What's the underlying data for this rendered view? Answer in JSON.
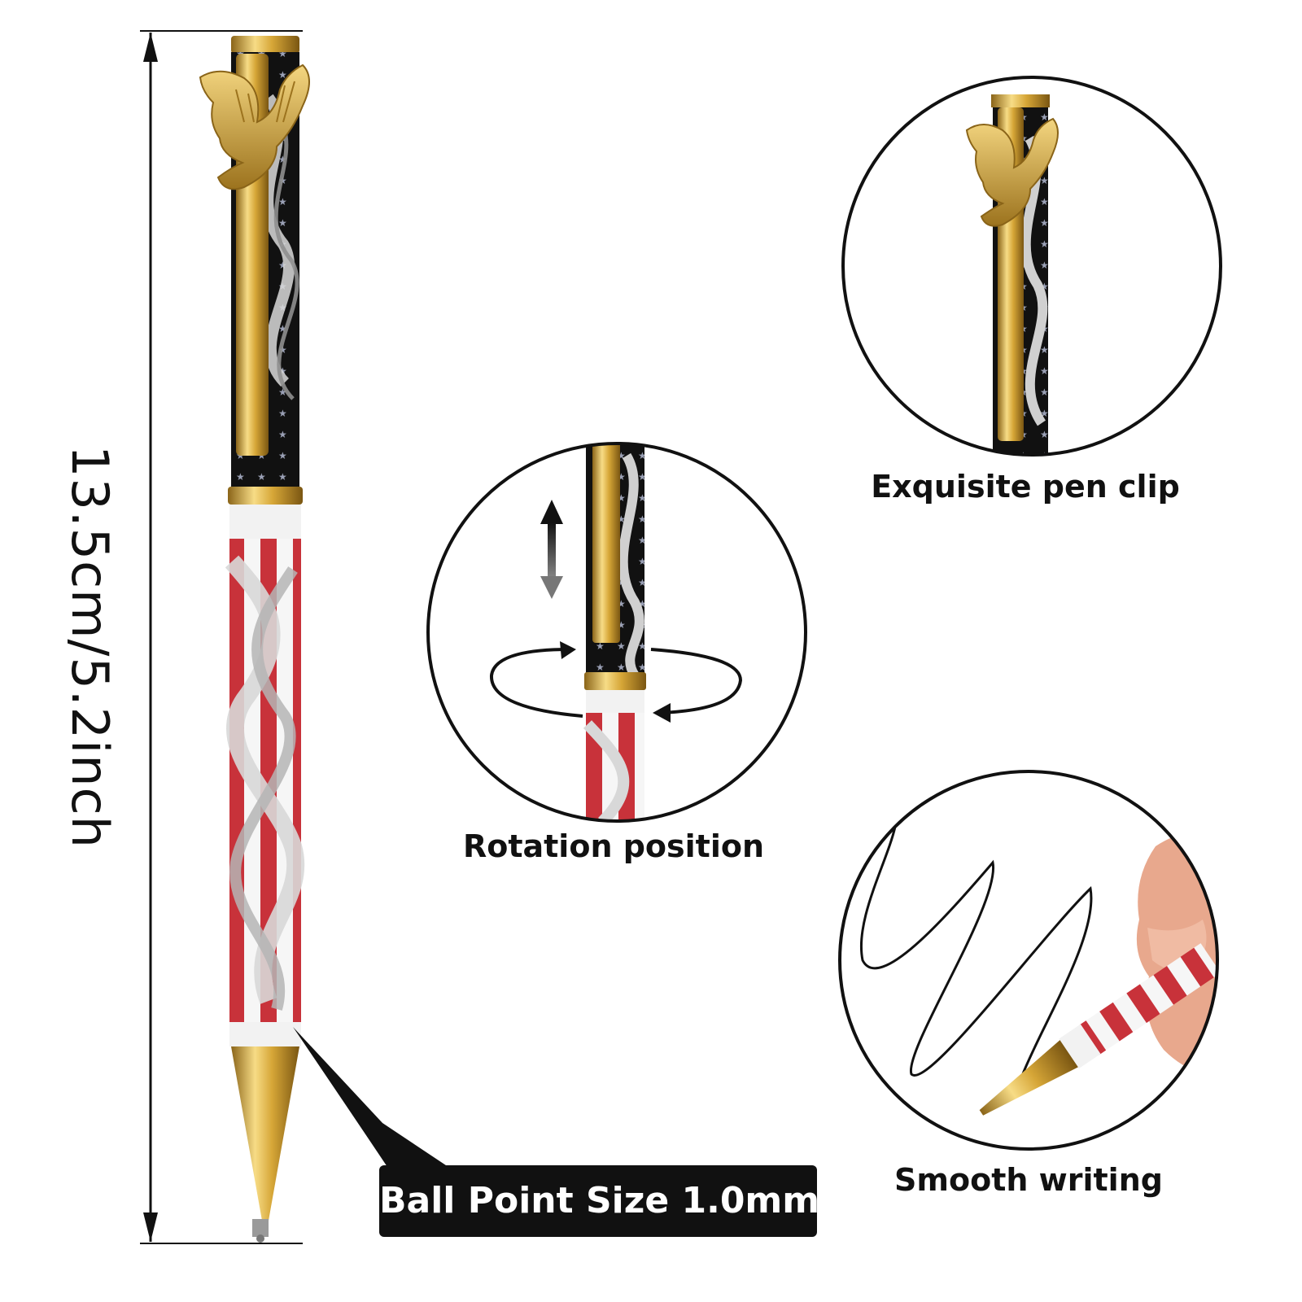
{
  "dimension": {
    "label": "13.5cm/5.2inch"
  },
  "callout": {
    "label": "Ball Point Size 1.0mm"
  },
  "features": {
    "pen_clip": "Exquisite pen clip",
    "rotation": "Rotation position",
    "writing": "Smooth writing"
  },
  "colors": {
    "gold": "#d4a437",
    "black": "#111111",
    "red": "#c8323a",
    "white": "#f6f6f6",
    "silver": "#c9c9c9"
  },
  "icons": [
    "eagle-icon",
    "up-down-arrow-icon",
    "rotate-arrow-icon"
  ]
}
